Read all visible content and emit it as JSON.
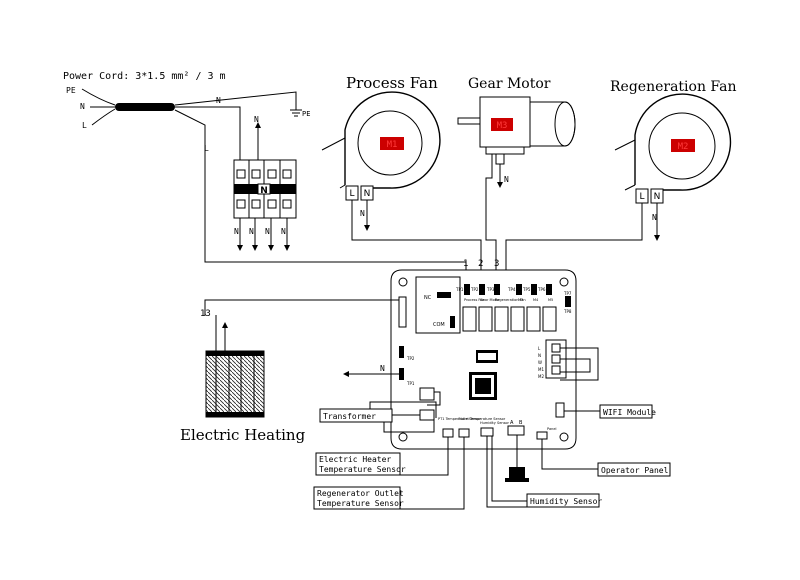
{
  "power_cord": {
    "label": "Power Cord: 3*1.5 mm² / 3 m",
    "wires": [
      "PE",
      "N",
      "L"
    ],
    "n_label": "N",
    "l_label": "L",
    "pe_label": "PE"
  },
  "fans": {
    "process": {
      "title": "Process  Fan",
      "display": "M1",
      "terms": [
        "L",
        "N"
      ],
      "n_out": "N"
    },
    "gear": {
      "title": "Gear Motor",
      "display": "M3",
      "n_out": "N"
    },
    "regeneration": {
      "title": "Regeneration Fan",
      "display": "M2",
      "terms": [
        "L",
        "N"
      ],
      "n_out": "N"
    }
  },
  "breaker": {
    "n_center": "N",
    "n_top": "N",
    "outputs": [
      "N",
      "N",
      "N",
      "N"
    ]
  },
  "wire_numbers": [
    "1",
    "2",
    "3",
    "13"
  ],
  "board": {
    "tp_labels": [
      "TP1",
      "TP2",
      "TP3",
      "TP4",
      "TP5",
      "TP6",
      "TP7",
      "TP8"
    ],
    "relay_labels": [
      "Process Fan",
      "Gear Motor",
      "Regeneration Fan",
      "M3",
      "M4",
      "M5"
    ],
    "nc": "NC",
    "com": "COM",
    "tp_side": [
      "TP2",
      "TP1"
    ],
    "conn": [
      "L",
      "N",
      "W",
      "M1",
      "M2"
    ],
    "sensor_labels": [
      "PT1 Temperature Sensor",
      "Outlet Temperature Sensor",
      "Humidity Sensor"
    ],
    "humidity_pins": [
      "A",
      "B"
    ],
    "panel_pin": "Panel"
  },
  "heater": {
    "title": "Electric Heating",
    "n_out": "N"
  },
  "labels": {
    "transformer": "Transformer",
    "wifi": "WIFI Module",
    "operator_panel": "Operator Panel",
    "humidity_sensor": "Humidity Sensor",
    "heater_sensor_1": "Electric Heater",
    "heater_sensor_2": "Temperature Sensor",
    "outlet_sensor_1": "Regenerator Outlet",
    "outlet_sensor_2": "Temperature Sensor"
  }
}
